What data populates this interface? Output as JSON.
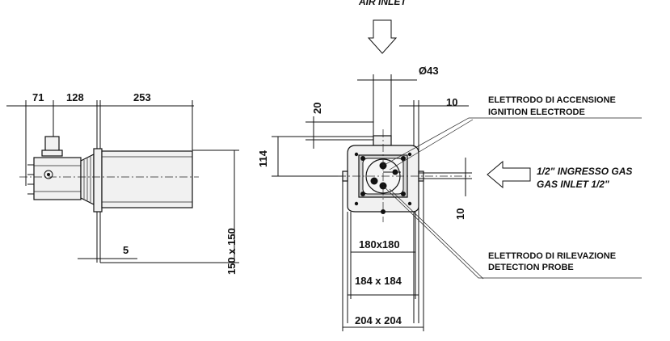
{
  "labels": {
    "air_inlet": "AIR INLET",
    "ignition_it": "ELETTRODO DI ACCENSIONE",
    "ignition_en": "IGNITION ELECTRODE",
    "gas_inlet_it": "1/2\" INGRESSO GAS",
    "gas_inlet_en": "GAS INLET 1/2\"",
    "detection_it": "ELETTRODO DI RILEVAZIONE",
    "detection_en": "DETECTION PROBE"
  },
  "dims": {
    "d71": "71",
    "d128": "128",
    "d253": "253",
    "d5": "5",
    "d150": "150 x 150",
    "d43": "Ø43",
    "d20": "20",
    "d10_top": "10",
    "d114": "114",
    "d10_side": "10",
    "d180": "180x180",
    "d184": "184 x 184",
    "d204": "204 x 204"
  }
}
